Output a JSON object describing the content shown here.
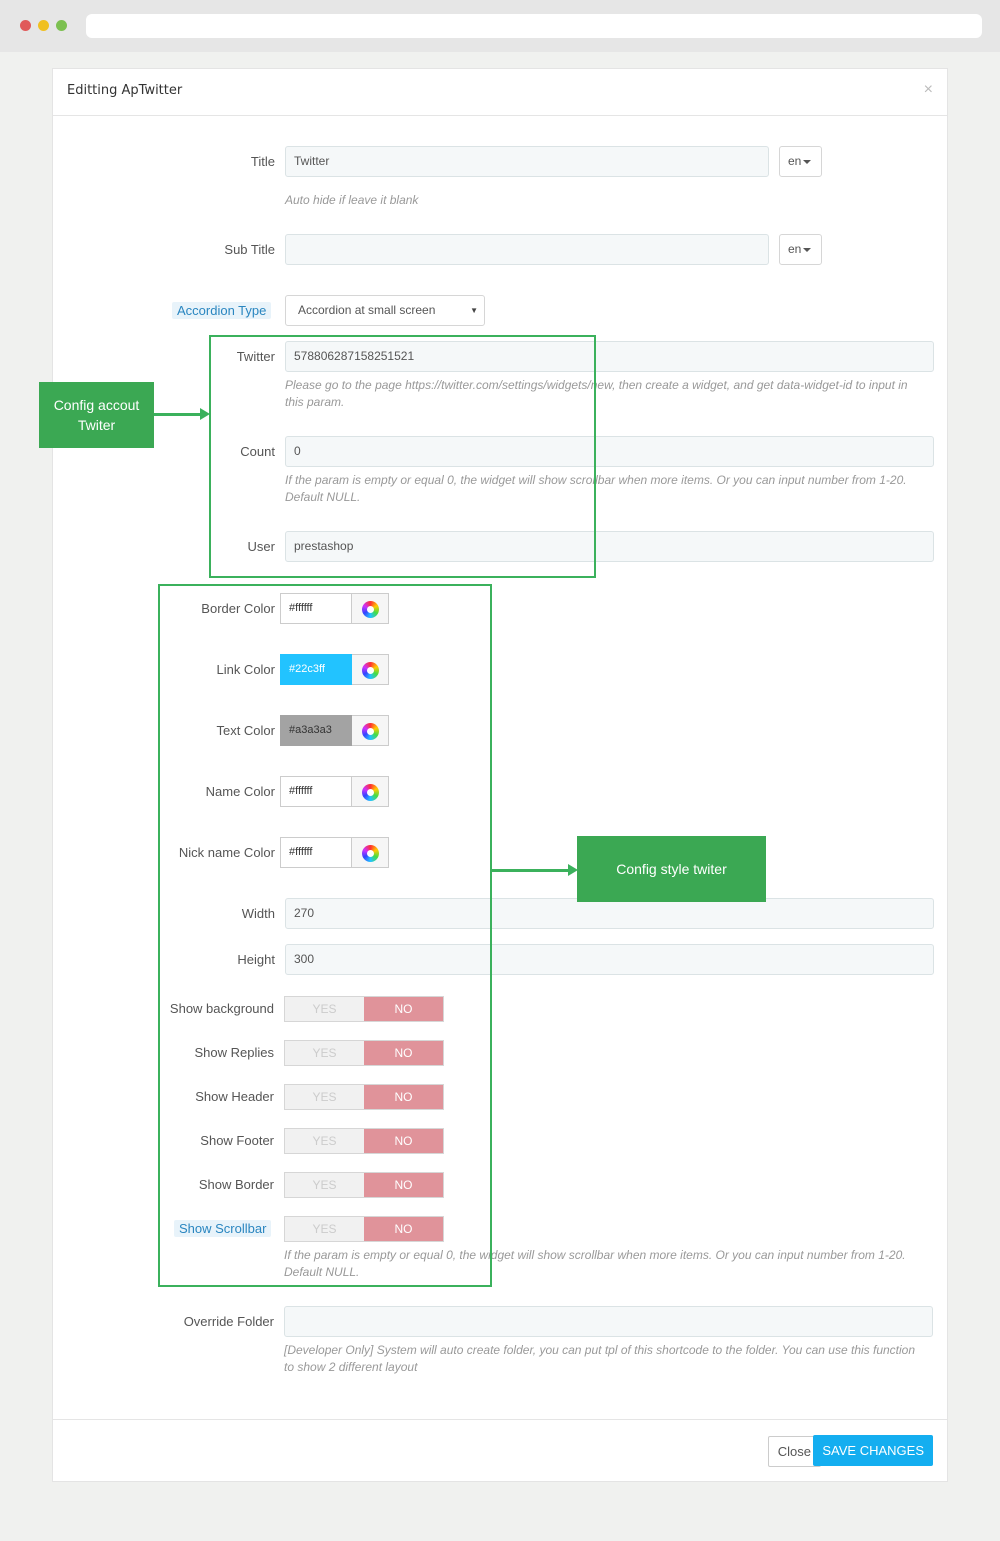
{
  "modal": {
    "title": "Editting ApTwitter",
    "close_icon": "×"
  },
  "form": {
    "title": {
      "label": "Title",
      "value": "Twitter",
      "lang": "en",
      "help": "Auto hide if leave it blank"
    },
    "sub_title": {
      "label": "Sub Title",
      "value": "",
      "lang": "en"
    },
    "accordion_type": {
      "label": "Accordion Type",
      "value": "Accordion at small screen"
    },
    "twitter": {
      "label": "Twitter",
      "value": "578806287158251521",
      "help": "Please go to the page https://twitter.com/settings/widgets/new, then create a widget, and get data-widget-id to input in this param."
    },
    "count": {
      "label": "Count",
      "value": "0",
      "help": "If the param is empty or equal 0, the widget will show scrollbar when more items. Or you can input number from 1-20. Default NULL."
    },
    "user": {
      "label": "User",
      "value": "prestashop"
    },
    "border_color": {
      "label": "Border Color",
      "value": "#ffffff",
      "display": "#ffffff"
    },
    "link_color": {
      "label": "Link Color",
      "value": "#22c3ff",
      "display": "#22c3ff"
    },
    "text_color": {
      "label": "Text Color",
      "value": "#a3a3a3",
      "display": "#a3a3a3"
    },
    "name_color": {
      "label": "Name Color",
      "value": "#ffffff",
      "display": "#ffffff"
    },
    "nick_name_color": {
      "label": "Nick name Color",
      "value": "#ffffff",
      "display": "#ffffff"
    },
    "width": {
      "label": "Width",
      "value": "270"
    },
    "height": {
      "label": "Height",
      "value": "300"
    },
    "toggles": [
      {
        "label": "Show background",
        "yes": "YES",
        "no": "NO",
        "selected": "NO"
      },
      {
        "label": "Show Replies",
        "yes": "YES",
        "no": "NO",
        "selected": "NO"
      },
      {
        "label": "Show Header",
        "yes": "YES",
        "no": "NO",
        "selected": "NO"
      },
      {
        "label": "Show Footer",
        "yes": "YES",
        "no": "NO",
        "selected": "NO"
      },
      {
        "label": "Show Border",
        "yes": "YES",
        "no": "NO",
        "selected": "NO"
      },
      {
        "label": "Show Scrollbar",
        "yes": "YES",
        "no": "NO",
        "selected": "NO"
      }
    ],
    "scrollbar_help": "If the param is empty or equal 0, the widget will show scrollbar when more items. Or you can input number from 1-20. Default NULL.",
    "override_folder": {
      "label": "Override Folder",
      "value": "",
      "help": "[Developer Only] System will auto create folder, you can put tpl of this shortcode to the folder. You can use this function to show 2 different layout"
    }
  },
  "footer": {
    "close_label": "Close",
    "save_label": "SAVE CHANGES"
  },
  "annotations": {
    "account": "Config accout Twiter",
    "style": "Config style twiter"
  },
  "colors": {
    "accent": "#14aef0",
    "annotation_green": "#3ba853",
    "toggle_no": "#e0939a",
    "link_color_swatch": "#22c3ff",
    "text_color_swatch": "#a3a3a3"
  }
}
